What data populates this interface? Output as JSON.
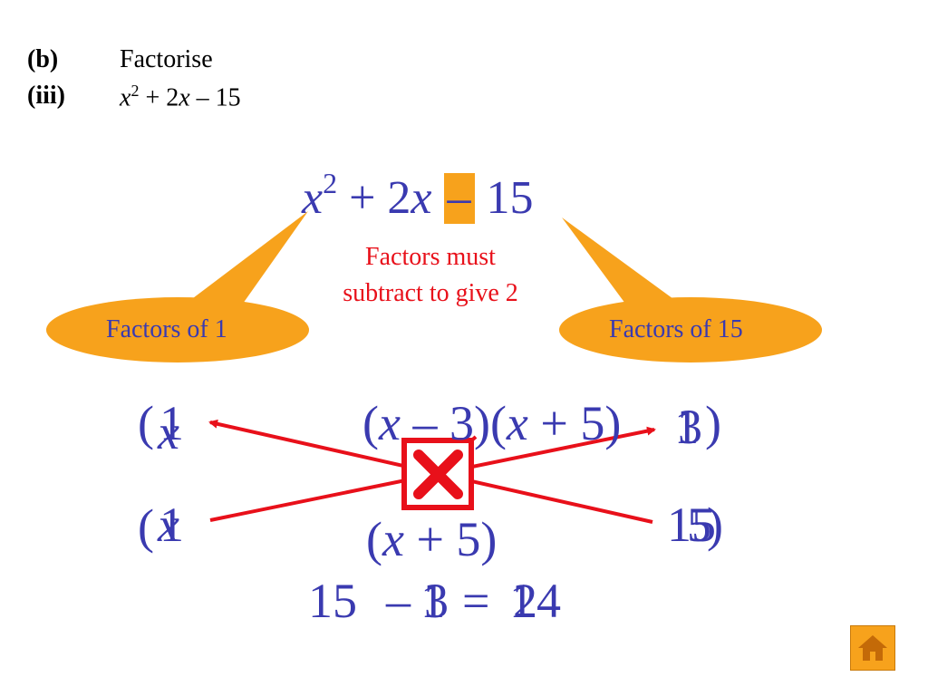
{
  "header": {
    "part_b": "(b)",
    "instruction": "Factorise",
    "part_iii": "(iii)",
    "expr_x": "x",
    "expr_sup": "2",
    "expr_rest_plus": "+",
    "expr_rest_2": "2",
    "expr_rest_x": "x",
    "expr_rest_minus": "–",
    "expr_rest_15": "15"
  },
  "main_expression": {
    "x": "x",
    "sup": "2",
    "plus": "+",
    "coef": "2",
    "x2": "x",
    "minus": "–",
    "const": "15"
  },
  "note": {
    "line1": "Factors must",
    "line2": "subtract to give 2"
  },
  "left_callout": "Factors of 1",
  "right_callout": "Factors of 15",
  "left_col": {
    "top_paren": "(",
    "top_overlay_1": "1",
    "top_overlay_x": "x",
    "bottom_paren": "(",
    "bottom_overlay_1": "1",
    "bottom_overlay_x": "x"
  },
  "answer": {
    "part1_open": "(",
    "part1_x": "x",
    "part1_op": "–",
    "part1_num": "3",
    "part1_close": ")",
    "part2_open": "(",
    "part2_x": "x",
    "part2_op": "+",
    "part2_num": "5",
    "part2_close": ")"
  },
  "right_col": {
    "top_overlay_1": "1",
    "top_overlay_3": "3",
    "top_paren": ")",
    "bottom_overlay_15": "15",
    "bottom_overlay_5": "5",
    "bottom_paren": ")"
  },
  "middle_lower": {
    "open": "(",
    "x": "x",
    "op": "+",
    "num": "5",
    "close": ")"
  },
  "equation": {
    "a": "15",
    "minus": "–",
    "b1": "1",
    "b2": "3",
    "eq": "=",
    "r1": "1",
    "r2": "2",
    "r3": "4"
  },
  "colors": {
    "accent_orange": "#f7a21c",
    "main_blue": "#3a3ab0",
    "alert_red": "#e8101a"
  },
  "icons": {
    "home": "home-icon",
    "cross": "cross-mark-icon"
  }
}
